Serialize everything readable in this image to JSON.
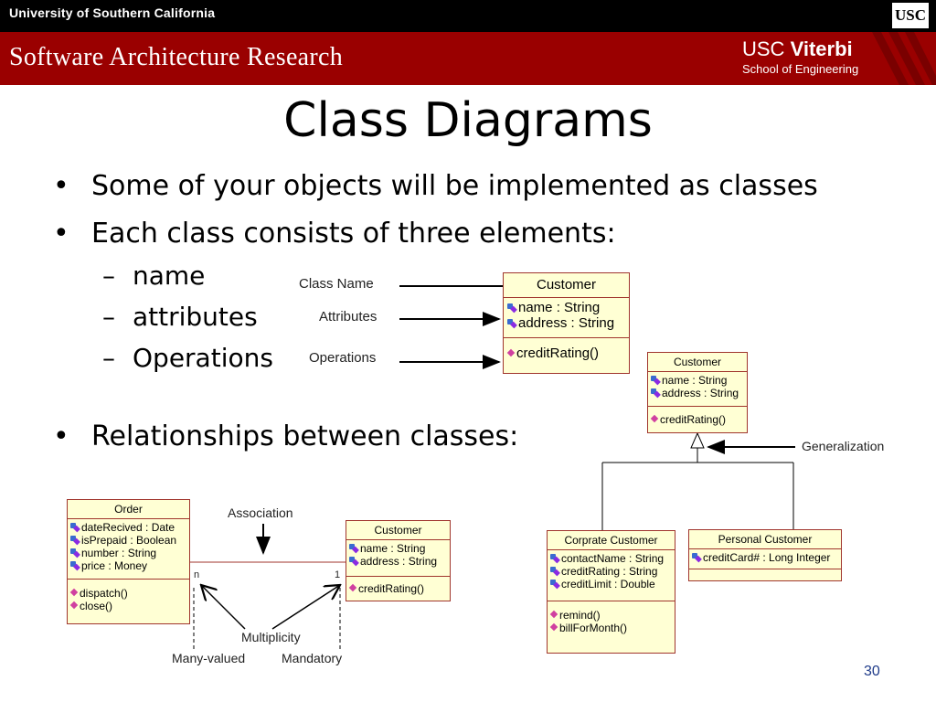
{
  "header": {
    "university": "University of Southern California",
    "logo_text": "USC",
    "group": "Software Architecture Research",
    "school_line1": "USC",
    "school_line1_bold": "Viterbi",
    "school_line2": "School of Engineering"
  },
  "slide": {
    "title": "Class Diagrams",
    "bullets": [
      "Some of your objects will be implemented as classes",
      "Each class consists of three elements:",
      "Relationships between classes:"
    ],
    "sub_bullets": [
      "name",
      "attributes",
      "Operations"
    ],
    "page_number": "30"
  },
  "diagram": {
    "labels": {
      "class_name": "Class Name",
      "attributes": "Attributes",
      "operations": "Operations",
      "generalization": "Generalization",
      "association": "Association",
      "multiplicity": "Multiplicity",
      "many_valued": "Many-valued",
      "mandatory": "Mandatory",
      "mult_n": "n",
      "mult_1": "1"
    },
    "customer_main": {
      "name": "Customer",
      "attributes": [
        "name : String",
        "address : String"
      ],
      "operations": [
        "creditRating()"
      ]
    },
    "customer_gen": {
      "name": "Customer",
      "attributes": [
        "name : String",
        "address : String"
      ],
      "operations": [
        "creditRating()"
      ]
    },
    "corporate": {
      "name": "Corprate Customer",
      "attributes": [
        "contactName : String",
        "creditRating : String",
        "creditLimit : Double"
      ],
      "operations": [
        "remind()",
        "billForMonth()"
      ]
    },
    "personal": {
      "name": "Personal Customer",
      "attributes": [
        "creditCard# : Long Integer"
      ]
    },
    "order": {
      "name": "Order",
      "attributes": [
        "dateRecived : Date",
        "isPrepaid : Boolean",
        "number : String",
        "price : Money"
      ],
      "operations": [
        "dispatch()",
        "close()"
      ]
    },
    "customer_assoc": {
      "name": "Customer",
      "attributes": [
        "name : String",
        "address : String"
      ],
      "operations": [
        "creditRating()"
      ]
    }
  }
}
